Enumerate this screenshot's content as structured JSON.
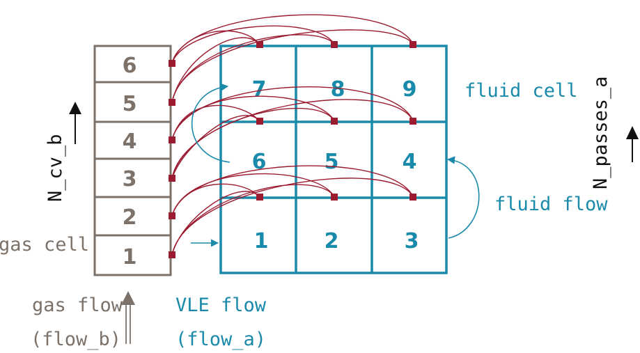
{
  "colors": {
    "gas": "#7d7269",
    "fluid": "#1a8aaa",
    "link": "#9b1b30",
    "black": "#111111"
  },
  "gas_cells": [
    "1",
    "2",
    "3",
    "4",
    "5",
    "6"
  ],
  "fluid_cells": {
    "row_bottom": [
      "1",
      "2",
      "3"
    ],
    "row_middle": [
      "6",
      "5",
      "4"
    ],
    "row_top": [
      "7",
      "8",
      "9"
    ]
  },
  "labels": {
    "gas_cell": "gas cell",
    "gas_flow": "gas flow",
    "flow_b": "(flow_b)",
    "vle_flow": "VLE flow",
    "flow_a": "(flow_a)",
    "fluid_cell": "fluid cell",
    "fluid_flow": "fluid flow",
    "n_cv_b": "N_cv_b",
    "n_passes_a": "N_passes_a"
  }
}
